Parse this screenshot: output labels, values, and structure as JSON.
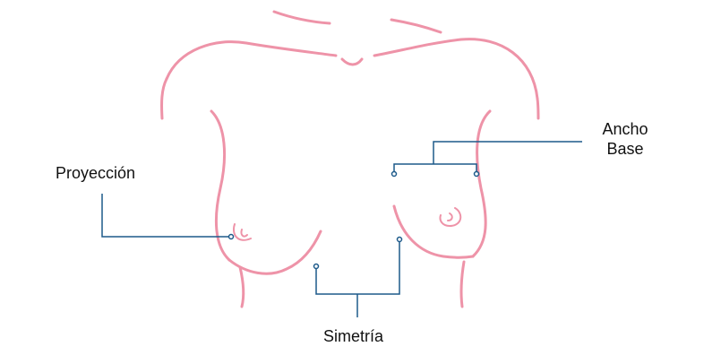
{
  "colors": {
    "outline": "#ee93a8",
    "leader": "#1d5a8a",
    "text": "#111111",
    "background": "#ffffff"
  },
  "labels": {
    "projection": "Proyección",
    "base_width_line1": "Ancho",
    "base_width_line2": "Base",
    "symmetry": "Simetría"
  },
  "icons": {
    "figure": "torso-outline-icon"
  }
}
